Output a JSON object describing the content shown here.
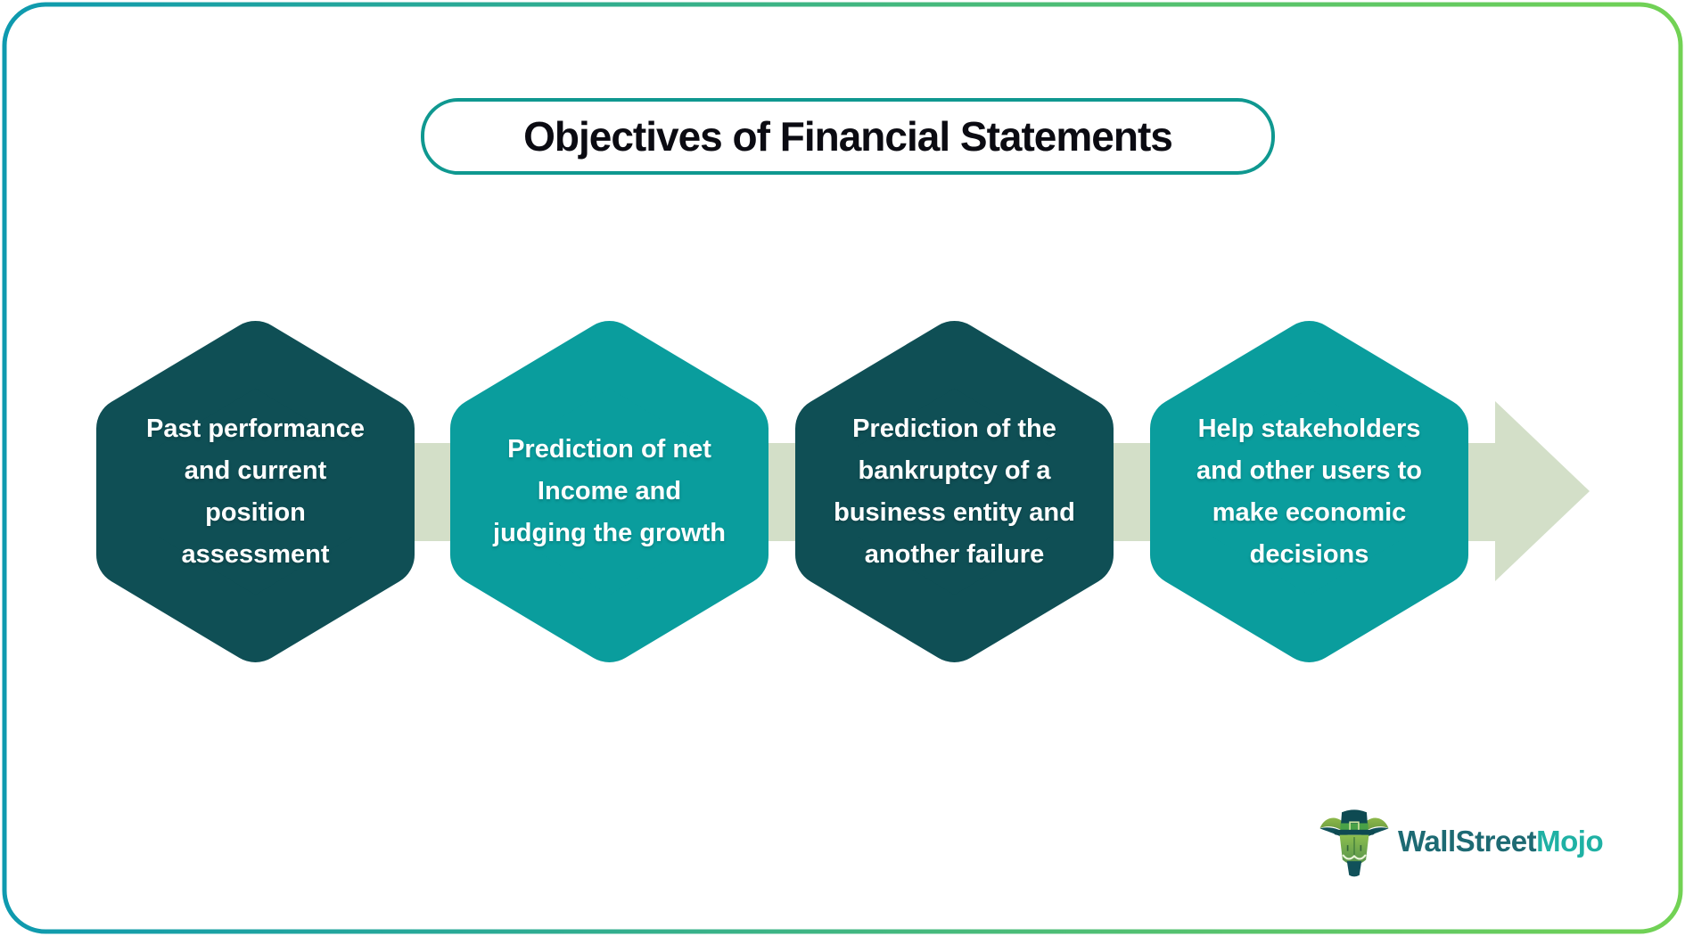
{
  "title": "Objectives of Financial Statements",
  "title_box": {
    "border_color": "#0F9890",
    "text_color": "#0B0B12"
  },
  "frame": {
    "gradient_start": "#0E9AAF",
    "gradient_end": "#72D254"
  },
  "arrow": {
    "color": "#D3DFC8",
    "direction": "right"
  },
  "steps": [
    {
      "color": "#0F4F55",
      "lines": [
        "Past performance",
        "and current",
        "position",
        "assessment"
      ]
    },
    {
      "color": "#0A9D9D",
      "lines": [
        "Prediction of net",
        "Income and",
        "judging the growth"
      ]
    },
    {
      "color": "#0F4F55",
      "lines": [
        "Prediction of the",
        "bankruptcy of a",
        "business entity and",
        "another failure"
      ]
    },
    {
      "color": "#0A9D9D",
      "lines": [
        "Help stakeholders",
        "and other users to",
        "make economic",
        "decisions"
      ]
    }
  ],
  "logo": {
    "mascot": "bull-leprechaun-icon",
    "text_primary": "WallStreet",
    "text_secondary": "Mojo",
    "primary_color": "#1D6A73",
    "secondary_color": "#1FB1A4"
  }
}
